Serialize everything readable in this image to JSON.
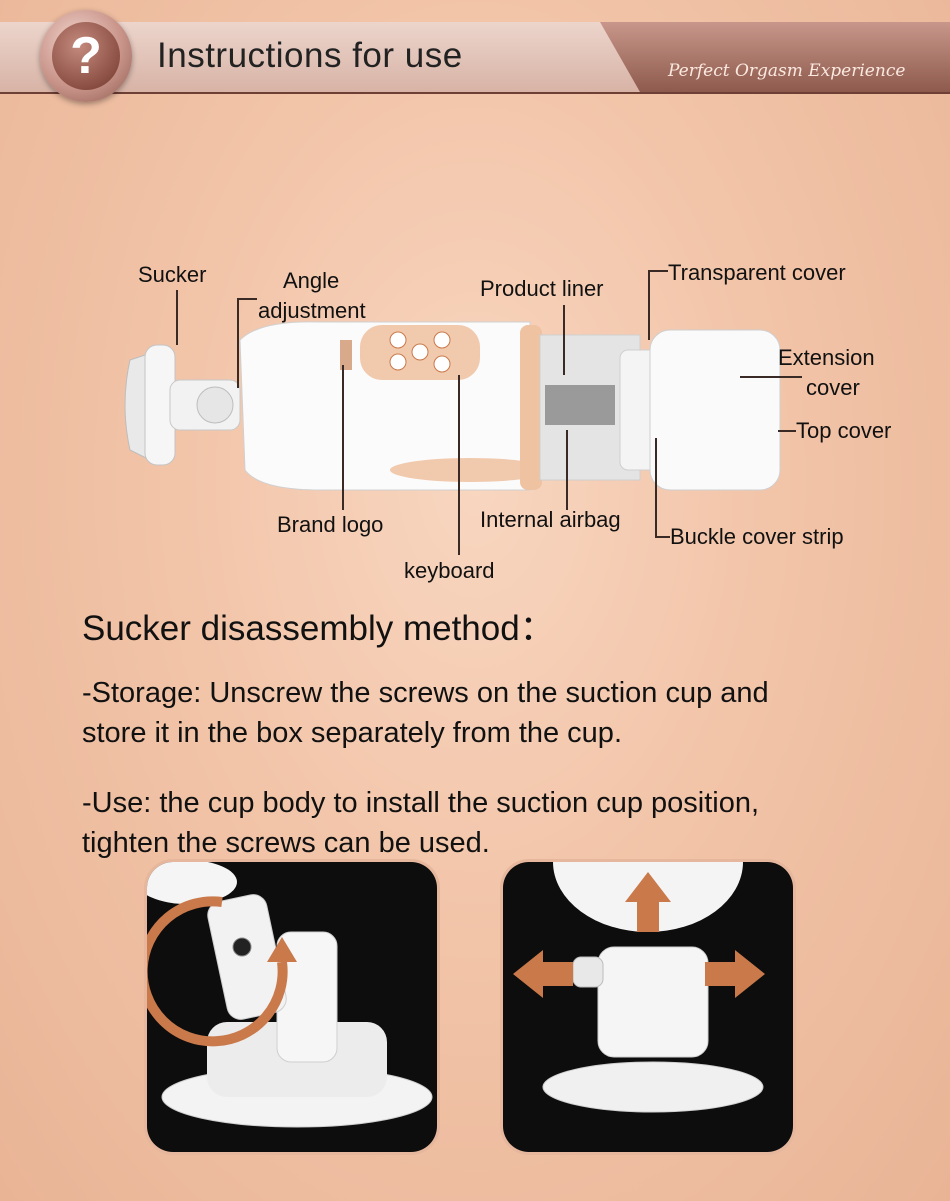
{
  "header": {
    "help_icon": "?",
    "title": "Instructions for use",
    "slogan": "Perfect Orgasm Experience"
  },
  "parts": {
    "sucker": "Sucker",
    "angle_1": "Angle",
    "angle_2": "adjustment",
    "product_liner": "Product liner",
    "transparent_cover": "Transparent cover",
    "extension_1": "Extension",
    "extension_2": "cover",
    "top_cover": "Top cover",
    "brand_logo": "Brand logo",
    "internal_airbag": "Internal airbag",
    "buckle_cover_strip": "Buckle cover strip",
    "keyboard": "keyboard"
  },
  "method": {
    "title": "Sucker disassembly method：",
    "storage_1": "-Storage: Unscrew the screws on the suction cup and",
    "storage_2": "store it in the box separately from the cup.",
    "use_1": "-Use: the cup body to install the suction cup position,",
    "use_2": "tighten the screws can be used."
  },
  "colors": {
    "accent": "#c9794a",
    "header_dark": "#8e5a4e",
    "background": "#f2c4a8"
  }
}
